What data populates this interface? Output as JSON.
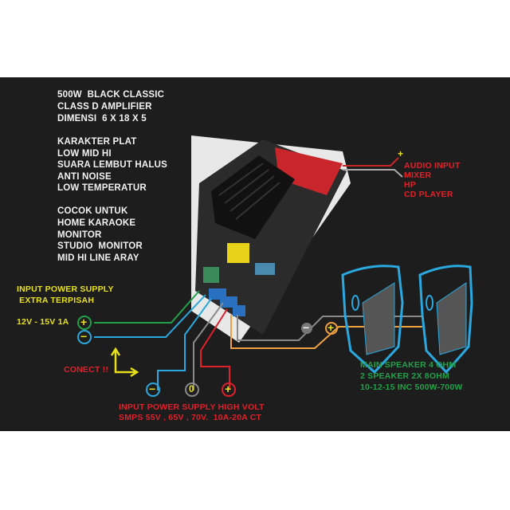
{
  "spec_block": {
    "lines": [
      "500W  BLACK CLASSIC",
      "CLASS D AMPLIFIER",
      "DIMENSI  6 X 18 X 5"
    ]
  },
  "character_block": {
    "lines": [
      "KARAKTER PLAT",
      "LOW MID HI",
      "SUARA LEMBUT HALUS",
      "ANTI NOISE",
      "LOW TEMPERATUR"
    ]
  },
  "usage_block": {
    "lines": [
      "COCOK UNTUK",
      "HOME KARAOKE",
      "MONITOR",
      "STUDIO  MONITOR",
      "MID HI LINE ARAY"
    ]
  },
  "audio_input": {
    "plus_symbol": "+",
    "lines": [
      "AUDIO INPUT",
      "MIXER",
      "HP",
      "CD PLAYER"
    ]
  },
  "low_power": {
    "lines": [
      "INPUT POWER SUPPLY",
      " EXTRA TERPISAH"
    ],
    "voltage": "12V - 15V 1A",
    "plus": "+",
    "minus": "−"
  },
  "connect_label": "CONECT !!",
  "high_volt": {
    "minus": "−",
    "zero": "0",
    "plus": "+",
    "lines": [
      "INPUT POWER SUPPLY HIGH VOLT",
      "SMPS 55V , 65V , 70V.  10A-20A CT"
    ]
  },
  "speaker": {
    "minus": "−",
    "plus": "+",
    "lines": [
      "MAIN SPEAKER 4 OHM",
      "2 SPEAKER 2X 8OHM",
      "10-12-15 INC 500W-700W"
    ]
  },
  "colors": {
    "background": "#1d1d1d",
    "white_text": "#f2f2f2",
    "yellow": "#e8e01a",
    "red": "#e0202a",
    "green": "#22a04a",
    "blue": "#2aa8e0",
    "orange": "#f0a040",
    "gray": "#8a8a8a"
  }
}
